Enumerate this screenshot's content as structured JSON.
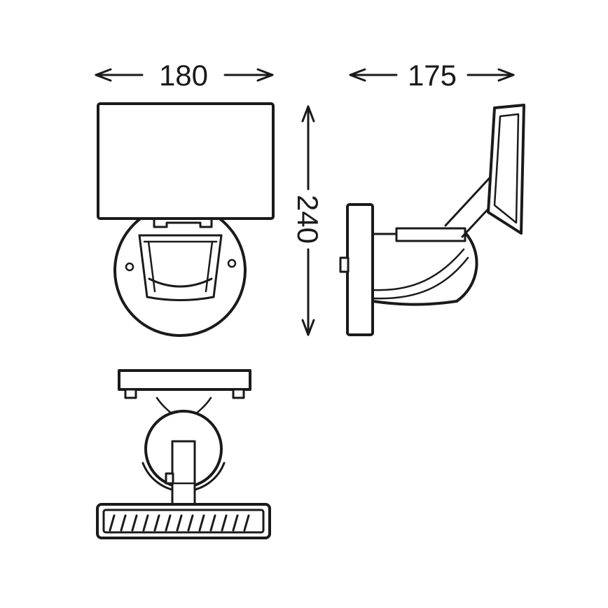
{
  "drawing": {
    "background_color": "#ffffff",
    "line_color": "#1a1a1a",
    "dimensions": {
      "width": "180",
      "depth": "175",
      "height": "240"
    }
  }
}
